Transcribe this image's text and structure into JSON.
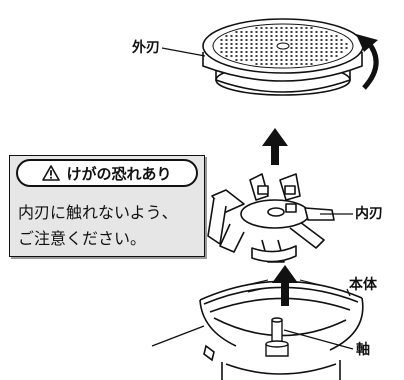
{
  "labels": {
    "outer_blade": "外刃",
    "inner_blade": "内刃",
    "main_body": "本体",
    "shaft": "軸"
  },
  "warning": {
    "icon": "warning-triangle-icon",
    "title": "けがの恐れあり",
    "body_lines": [
      "内刃に触れないよう、",
      "ご注意ください。"
    ]
  },
  "colors": {
    "line": "#111111",
    "panel_background": "#e6e6e6",
    "arrow": "#111111"
  }
}
